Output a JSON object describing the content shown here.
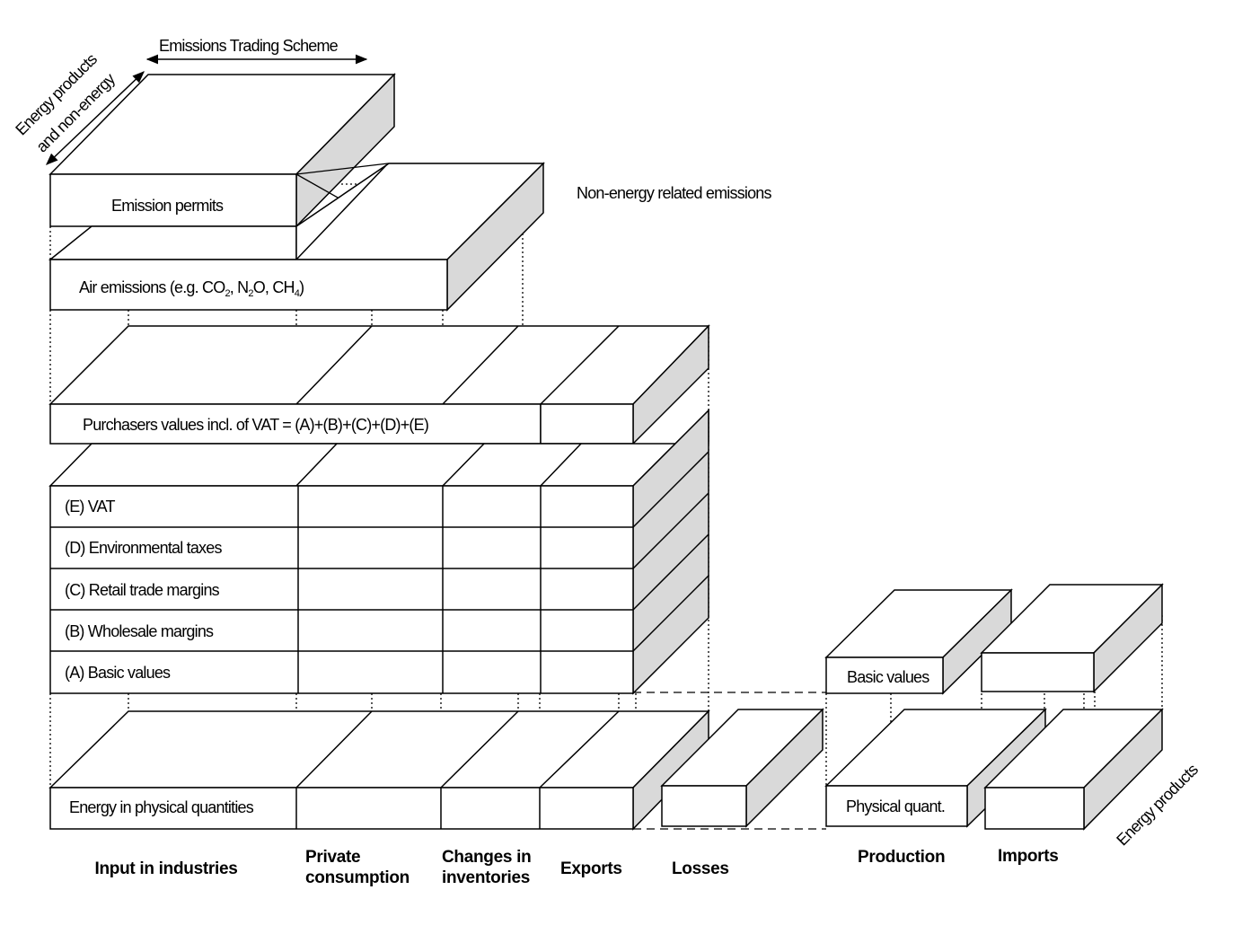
{
  "axes": {
    "emissions_trading": "Emissions Trading Scheme",
    "energy_non_energy_line1": "Energy products",
    "energy_non_energy_line2": "and non-energy",
    "energy_products": "Energy products"
  },
  "side_labels": {
    "non_energy_emissions": "Non-energy related emissions"
  },
  "layers": {
    "emission_permits": "Emission permits",
    "air_emissions_prefix": "Air emissions (e.g. CO",
    "air_emissions_sub1": "2",
    "air_emissions_mid1": ", N",
    "air_emissions_sub2": "2",
    "air_emissions_mid2": "O, CH",
    "air_emissions_sub3": "4",
    "air_emissions_suffix": ")",
    "purchasers_values": "Purchasers values incl. of VAT = (A)+(B)+(C)+(D)+(E)",
    "vat": "(E) VAT",
    "environmental_taxes": "(D) Environmental taxes",
    "retail_margins": "(C) Retail trade margins",
    "wholesale_margins": "(B) Wholesale margins",
    "basic_values": "(A) Basic values",
    "energy_physical": "Energy in physical quantities",
    "supply_basic_values": "Basic values",
    "supply_physical": "Physical quant."
  },
  "columns": {
    "input_industries": "Input in industries",
    "private_line1": "Private",
    "private_line2": "consumption",
    "inventories_line1": "Changes in",
    "inventories_line2": "inventories",
    "exports": "Exports",
    "losses": "Losses",
    "production": "Production",
    "imports": "Imports"
  }
}
